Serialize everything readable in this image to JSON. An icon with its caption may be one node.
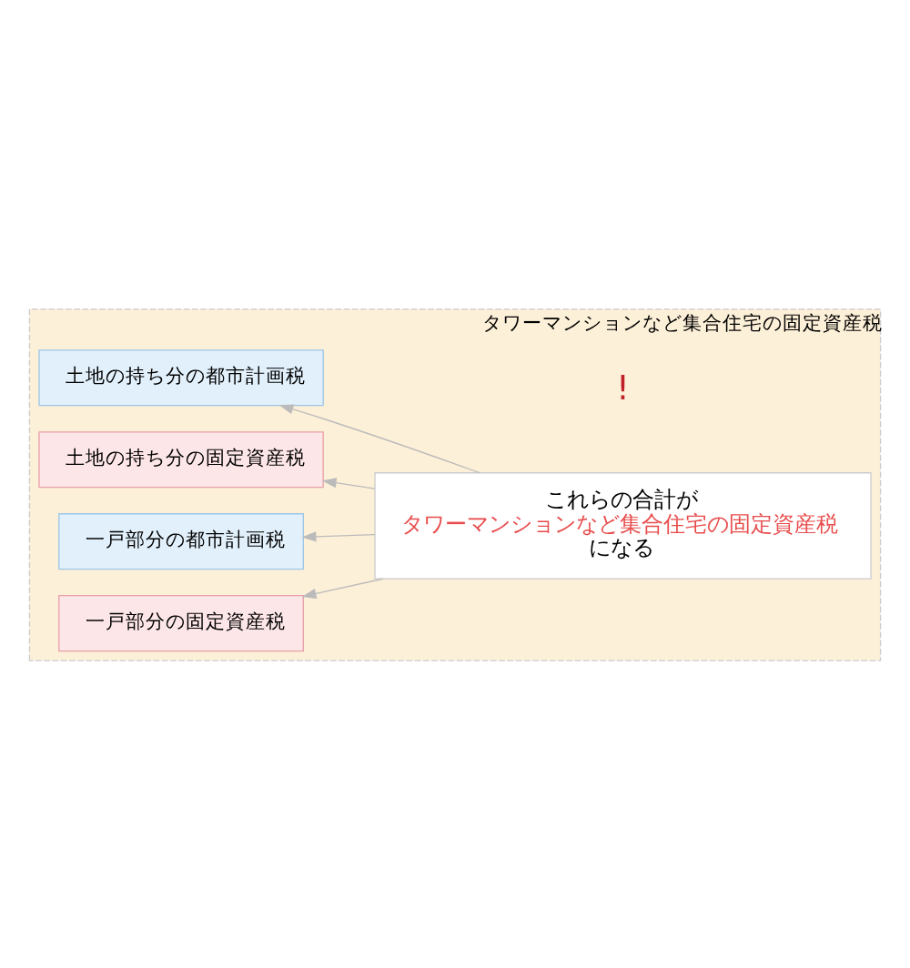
{
  "diagram": {
    "nodes": [
      {
        "text": [
          "タワーマンションなど集合住宅の固定資産税"
        ]
      },
      {
        "text": [
          "一戸部分の固定資産税"
        ],
        "in": 0
      },
      {
        "text": [
          "一戸部分の都市計画税"
        ],
        "in": 0
      },
      {
        "text": [
          "土地の持ち分の固定資産税"
        ],
        "in": 0
      },
      {
        "text": [
          "土地の持ち分の都市計画税"
        ],
        "in": 0
      },
      {
        "text": [
          "これらの合計が",
          "タワーマンションなど集合住宅の固定資産税",
          "になる"
        ],
        "in": 0
      }
    ],
    "edges": [
      {
        "from": 5,
        "to": 1,
        "arrow": "to"
      },
      {
        "from": 5,
        "to": 2,
        "arrow": "to"
      },
      {
        "from": 5,
        "to": 3,
        "arrow": "to"
      },
      {
        "from": 5,
        "to": 4,
        "arrow": "to"
      }
    ],
    "labels": [
      "!"
    ]
  }
}
